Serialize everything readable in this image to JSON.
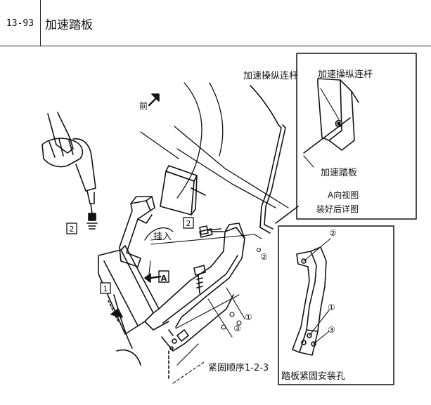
{
  "header": {
    "code": "13-93",
    "title": "加速踏板"
  },
  "figure": {
    "label_front": "前",
    "label_link_main": "加速操纵连杆",
    "label_link_detail": "加速操纵连杆",
    "label_pedal": "加速踏板",
    "label_view_line1": "A向视图",
    "label_view_line2": "装好后详图",
    "label_insert": "挂入",
    "label_view_a": "A",
    "label_tighten_order": "紧固顺序1-2-3",
    "label_holes": "踏板紧固安装孔",
    "box_1": "1",
    "box_2a": "2",
    "box_2b": "2",
    "circle_1a": "①",
    "circle_2a": "②",
    "circle_3a": "③",
    "circle_1b": "①",
    "circle_2b": "②",
    "circle_3b": "③"
  }
}
